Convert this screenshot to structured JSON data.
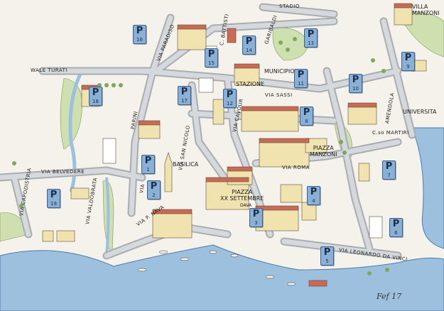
{
  "map": {
    "streets": {
      "stadio": "STADIO",
      "viale_turati": "WALE TURATI",
      "via_paradiso": "VIA PARADISO",
      "via_battisti": "C. BATTISTI",
      "via_garibaldi": "GARIBALDI",
      "via_parini": "PARINI",
      "via_san_nicolo": "VIA SAN NICOLO",
      "via_cavour": "VIA CAVOUR",
      "via_sassi": "VIA SASSI",
      "via_amendola": "AMENDOLA",
      "corso_martiri": "C.so MARTIRI",
      "via_belvedere": "VIA BELVEDERE",
      "via_roma": "VIA ROMA",
      "via_capodistria": "VIA CAPODISTRIA",
      "via_valdobrata": "VIA VALDOBRATA",
      "via_p_nava": "VIA P. NAVA",
      "via_leonardo": "VIA LEONARDO DA VINCI",
      "via_a": "VIA"
    },
    "places": {
      "villa_manzoni": "VILLA\nMANZONI",
      "municipio": "MUNICIPIO",
      "stazione": "STAZIONE",
      "universita": "UNIVERSITA",
      "piazza_manzoni": "PIAZZA\nMANZONI",
      "basilica": "BASILICA",
      "piazza_xx_settembre": "PIAZZA\nXX SETTEMBRE",
      "duomo_small": "DAVA"
    },
    "parking": [
      {
        "letter": "P",
        "number": "1"
      },
      {
        "letter": "P",
        "number": "2"
      },
      {
        "letter": "P",
        "number": "3"
      },
      {
        "letter": "P",
        "number": "4"
      },
      {
        "letter": "P",
        "number": "5"
      },
      {
        "letter": "P",
        "number": "6"
      },
      {
        "letter": "P",
        "number": "7"
      },
      {
        "letter": "P",
        "number": "8"
      },
      {
        "letter": "P",
        "number": "9"
      },
      {
        "letter": "P",
        "number": "10"
      },
      {
        "letter": "P",
        "number": "11"
      },
      {
        "letter": "P",
        "number": "12"
      },
      {
        "letter": "P",
        "number": "13"
      },
      {
        "letter": "P",
        "number": "14"
      },
      {
        "letter": "P",
        "number": "15"
      },
      {
        "letter": "P",
        "number": "16"
      },
      {
        "letter": "P",
        "number": "17"
      },
      {
        "letter": "P",
        "number": "18"
      },
      {
        "letter": "P",
        "number": "19"
      }
    ],
    "signature": "Fef 17",
    "colors": {
      "parking_fill": "#8ab0d6",
      "water": "#9cc0de",
      "roof": "#c96a55",
      "wall": "#f0e3b0"
    }
  }
}
